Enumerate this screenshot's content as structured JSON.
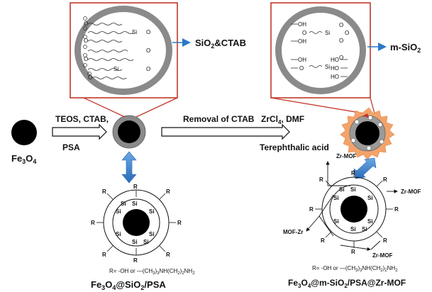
{
  "labels": {
    "fe3o4": "Fe3O4",
    "step1_top": "TEOS, CTAB,",
    "step1_bottom": "PSA",
    "step2": "Removal of CTAB",
    "step3_top": "ZrCl4, DMF",
    "step3_bottom": "Terephthalic acid",
    "inset1": "SiO2&CTAB",
    "inset2": "m-SiO2",
    "product1": "Fe3O4@SiO2/PSA",
    "product2": "Fe3O4@m-SiO2/PSA@Zr-MOF",
    "r_def": "R= -OH or  —(CH3)3NH(CH2)2NH2",
    "r_def2": "R= -OH or  —(CH3)3NH(CH2)2NH2"
  },
  "structure_labels": {
    "si": "Si",
    "r": "R",
    "zr_mof_top": "Zr-MOF",
    "zr_mof_right": "Zr-MOF",
    "mof_zr_left": "MOF-Zr",
    "zr_mof_bottom": "Zr-MOF",
    "inset_o": "O",
    "inset_si": "Si",
    "inset_oh": "OH",
    "inset_ho": "HO"
  },
  "colors": {
    "inset_border": "#c0392b",
    "blue_accent": "#2a78c8",
    "shell_gray": "#8a8a8a",
    "mof_orange": "#f2a36b"
  }
}
